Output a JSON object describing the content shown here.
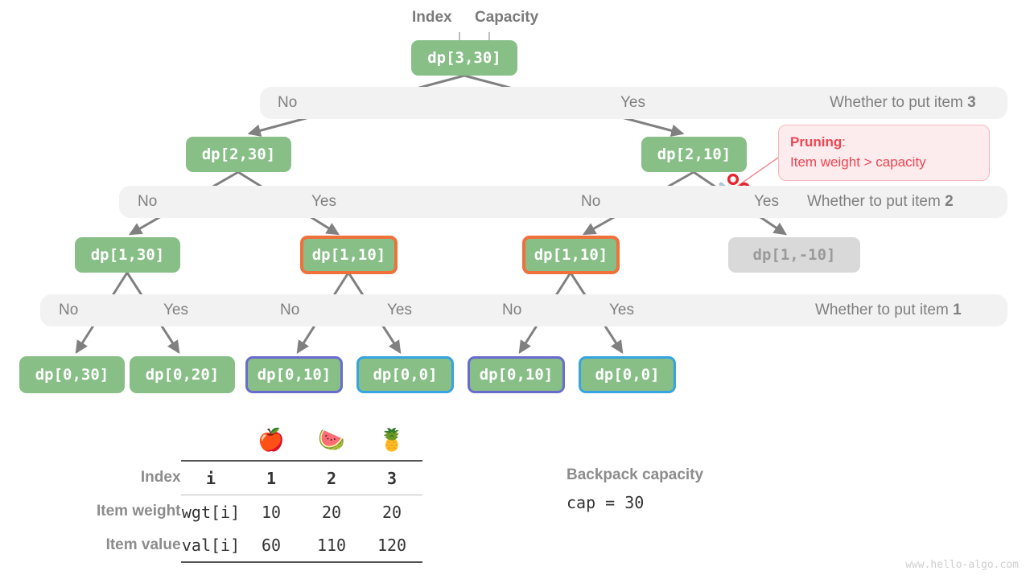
{
  "annotations": {
    "index_label": "Index",
    "capacity_label": "Capacity"
  },
  "nodes": {
    "root": "dp[3,30]",
    "l2_left": "dp[2,30]",
    "l2_right": "dp[2,10]",
    "l3_a": "dp[1,30]",
    "l3_b": "dp[1,10]",
    "l3_c": "dp[1,10]",
    "l3_d": "dp[1,-10]",
    "l4_a": "dp[0,30]",
    "l4_b": "dp[0,20]",
    "l4_c": "dp[0,10]",
    "l4_d": "dp[0,0]",
    "l4_e": "dp[0,10]",
    "l4_f": "dp[0,0]"
  },
  "bands": [
    {
      "question": "Whether to put item ",
      "item": "3",
      "choices": [
        {
          "label": "No"
        },
        {
          "label": "Yes"
        }
      ]
    },
    {
      "question": "Whether to put item ",
      "item": "2",
      "choices": [
        {
          "label": "No"
        },
        {
          "label": "Yes"
        },
        {
          "label": "No"
        },
        {
          "label": "Yes"
        }
      ]
    },
    {
      "question": "Whether to put item ",
      "item": "1",
      "choices": [
        {
          "label": "No"
        },
        {
          "label": "Yes"
        },
        {
          "label": "No"
        },
        {
          "label": "Yes"
        },
        {
          "label": "No"
        },
        {
          "label": "Yes"
        }
      ]
    }
  ],
  "pruning": {
    "title": "Pruning",
    "colon": ":",
    "reason": "Item weight > capacity"
  },
  "table": {
    "emoji": [
      "🍎",
      "🍉",
      "🍍"
    ],
    "rows": [
      {
        "label": "Index",
        "key": "i",
        "values": [
          "1",
          "2",
          "3"
        ],
        "bold": true
      },
      {
        "label": "Item weight",
        "key": "wgt[i]",
        "values": [
          "10",
          "20",
          "20"
        ],
        "bold": false
      },
      {
        "label": "Item value",
        "key": "val[i]",
        "values": [
          "60",
          "110",
          "120"
        ],
        "bold": false
      }
    ]
  },
  "capacity": {
    "title": "Backpack capacity",
    "value": "cap = 30"
  },
  "watermark": "www.hello-algo.com",
  "colors": {
    "node_green": "#87bf87",
    "orange_border": "#f0703c",
    "purple_border": "#6b6bce",
    "blue_border": "#35a4e0",
    "muted_gray": "#d9d9d9",
    "band_gray": "#f2f2f2",
    "prune_red": "#ef4452",
    "edge_gray": "#808080"
  }
}
